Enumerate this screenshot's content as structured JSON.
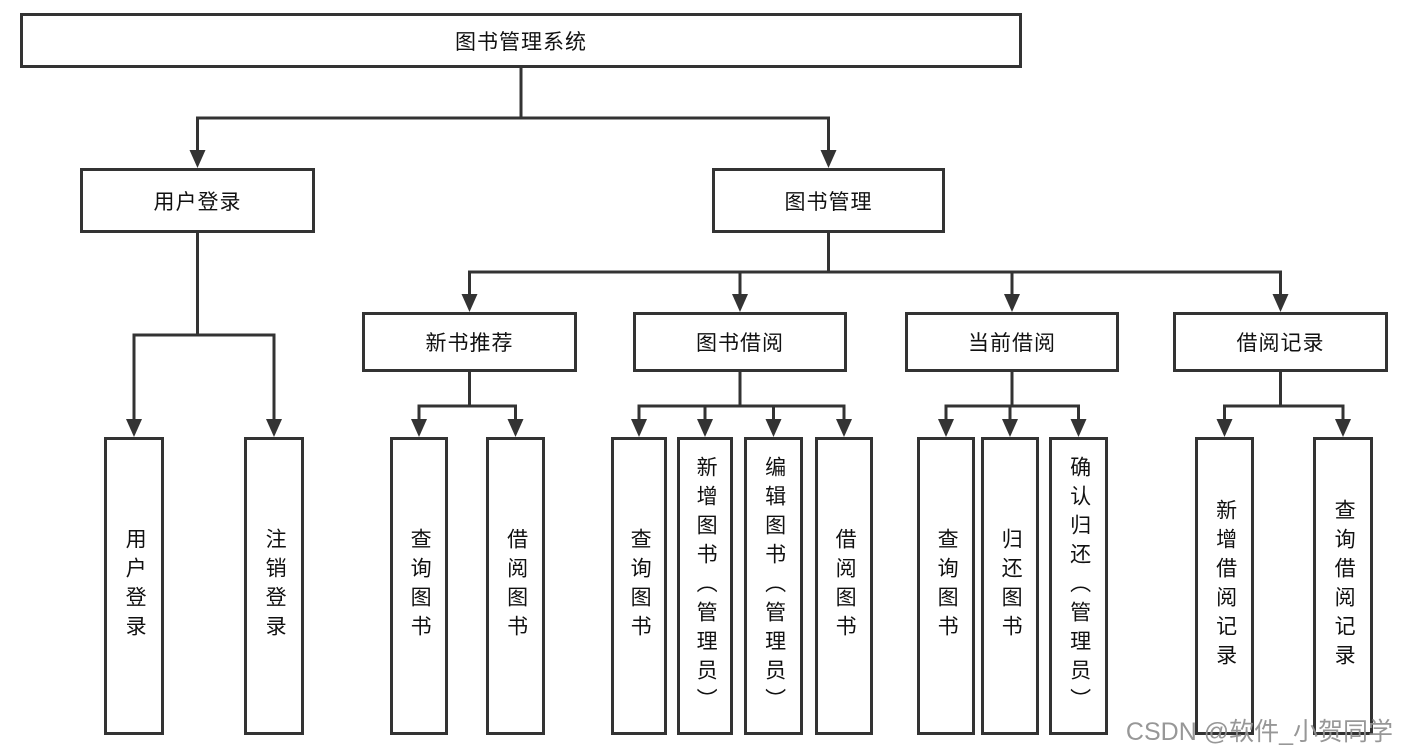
{
  "tree": {
    "label": "图书管理系统",
    "children": [
      {
        "label": "用户登录",
        "children": [
          {
            "label": "用户登录"
          },
          {
            "label": "注销登录"
          }
        ]
      },
      {
        "label": "图书管理",
        "children": [
          {
            "label": "新书推荐",
            "children": [
              {
                "label": "查询图书"
              },
              {
                "label": "借阅图书"
              }
            ]
          },
          {
            "label": "图书借阅",
            "children": [
              {
                "label": "查询图书"
              },
              {
                "label": "新增图书（管理员）"
              },
              {
                "label": "编辑图书（管理员）"
              },
              {
                "label": "借阅图书"
              }
            ]
          },
          {
            "label": "当前借阅",
            "children": [
              {
                "label": "查询图书"
              },
              {
                "label": "归还图书"
              },
              {
                "label": "确认归还（管理员）"
              }
            ]
          },
          {
            "label": "借阅记录",
            "children": [
              {
                "label": "新增借阅记录"
              },
              {
                "label": "查询借阅记录"
              }
            ]
          }
        ]
      }
    ]
  },
  "watermark": {
    "text": "CSDN @软件_小贺同学"
  },
  "colors": {
    "line": "#333333",
    "text": "#111111",
    "background": "#ffffff",
    "watermark": "#919191"
  }
}
